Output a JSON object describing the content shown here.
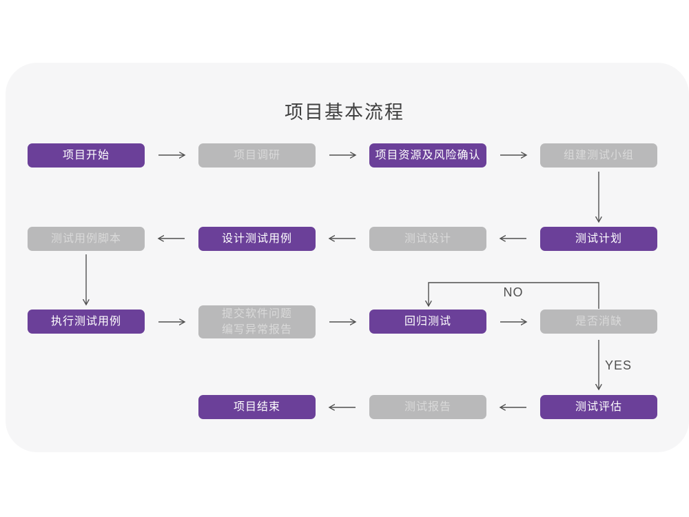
{
  "title": "项目基本流程",
  "colors": {
    "purple": "#6b4099",
    "gray": "#b9b9ba",
    "card-bg": "#f6f6f7",
    "arrow": "#4f4f4f",
    "purple-text": "#ffffff",
    "gray-text": "#d9d9d9",
    "title-text": "#3f3f3f"
  },
  "branch_labels": {
    "no": "NO",
    "yes": "YES"
  },
  "nodes": [
    {
      "label": "项目开始",
      "type": "purple"
    },
    {
      "label": "项目调研",
      "type": "gray"
    },
    {
      "label": "项目资源及风险确认",
      "type": "purple"
    },
    {
      "label": "组建测试小组",
      "type": "gray"
    },
    {
      "label": "测试用例脚本",
      "type": "gray"
    },
    {
      "label": "设计测试用例",
      "type": "purple"
    },
    {
      "label": "测试设计",
      "type": "gray"
    },
    {
      "label": "测试计划",
      "type": "purple"
    },
    {
      "label": "执行测试用例",
      "type": "purple"
    },
    {
      "label": "提交软件问题\n编写异常报告",
      "type": "gray"
    },
    {
      "label": "回归测试",
      "type": "purple"
    },
    {
      "label": "是否消缺",
      "type": "gray"
    },
    {
      "label": "项目结束",
      "type": "purple"
    },
    {
      "label": "测试报告",
      "type": "gray"
    },
    {
      "label": "测试评估",
      "type": "purple"
    }
  ]
}
